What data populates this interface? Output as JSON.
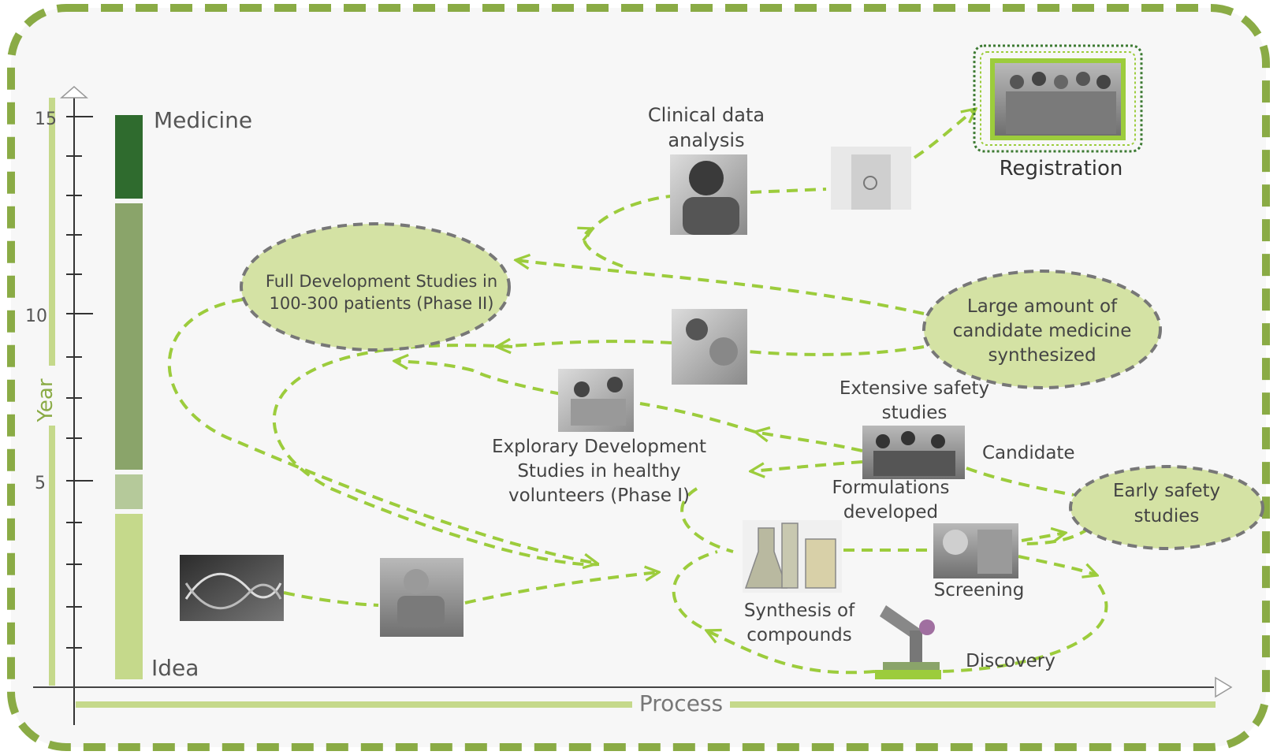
{
  "colors": {
    "light_green": "#c5d98b",
    "mid_green": "#8aa46a",
    "dark_green": "#2f6b2e",
    "dashed_green": "#9ccc3c",
    "frame_green": "#8aab45",
    "ellipse_fill": "#d4e2a4",
    "ellipse_stroke": "#777777",
    "text": "#444444"
  },
  "axis": {
    "y_label": "Year",
    "y_ticks": [
      "15",
      "10",
      "5"
    ],
    "x_label": "Process"
  },
  "timeline_bar": {
    "top_label": "Medicine",
    "bottom_label": "Idea"
  },
  "labels": {
    "clinical_line1": "Clinical data",
    "clinical_line2": "analysis",
    "registration": "Registration",
    "full_dev_line1": "Full Development Studies in",
    "full_dev_line2": "100-300 patients (Phase II)",
    "large_line1": "Large amount of",
    "large_line2": "candidate medicine",
    "large_line3": "synthesized",
    "ext_safety_line1": "Extensive safety",
    "ext_safety_line2": "studies",
    "candidate": "Candidate",
    "early_safety_line1": "Early safety",
    "early_safety_line2": "studies",
    "explor_line1": "Explorary Development",
    "explor_line2": "Studies in healthy",
    "explor_line3": "volunteers (Phase I)",
    "formulations_line1": "Formulations",
    "formulations_line2": "developed",
    "screening": "Screening",
    "synthesis_line1": "Synthesis of",
    "synthesis_line2": "compounds",
    "discovery": "Discovery"
  },
  "photos": {
    "dna": "dna-helix-photo",
    "surgeon": "surgeon-photo",
    "doctor_clinical": "doctor-portrait-photo",
    "doctor_coat": "doctor-coat-photo",
    "team": "team-group-photo",
    "patient_exam": "patient-exam-photo",
    "volunteers": "volunteers-photo",
    "safety_team": "safety-team-photo",
    "flasks": "lab-flasks-photo",
    "screening": "screening-photo",
    "microscope": "microscope-photo"
  }
}
